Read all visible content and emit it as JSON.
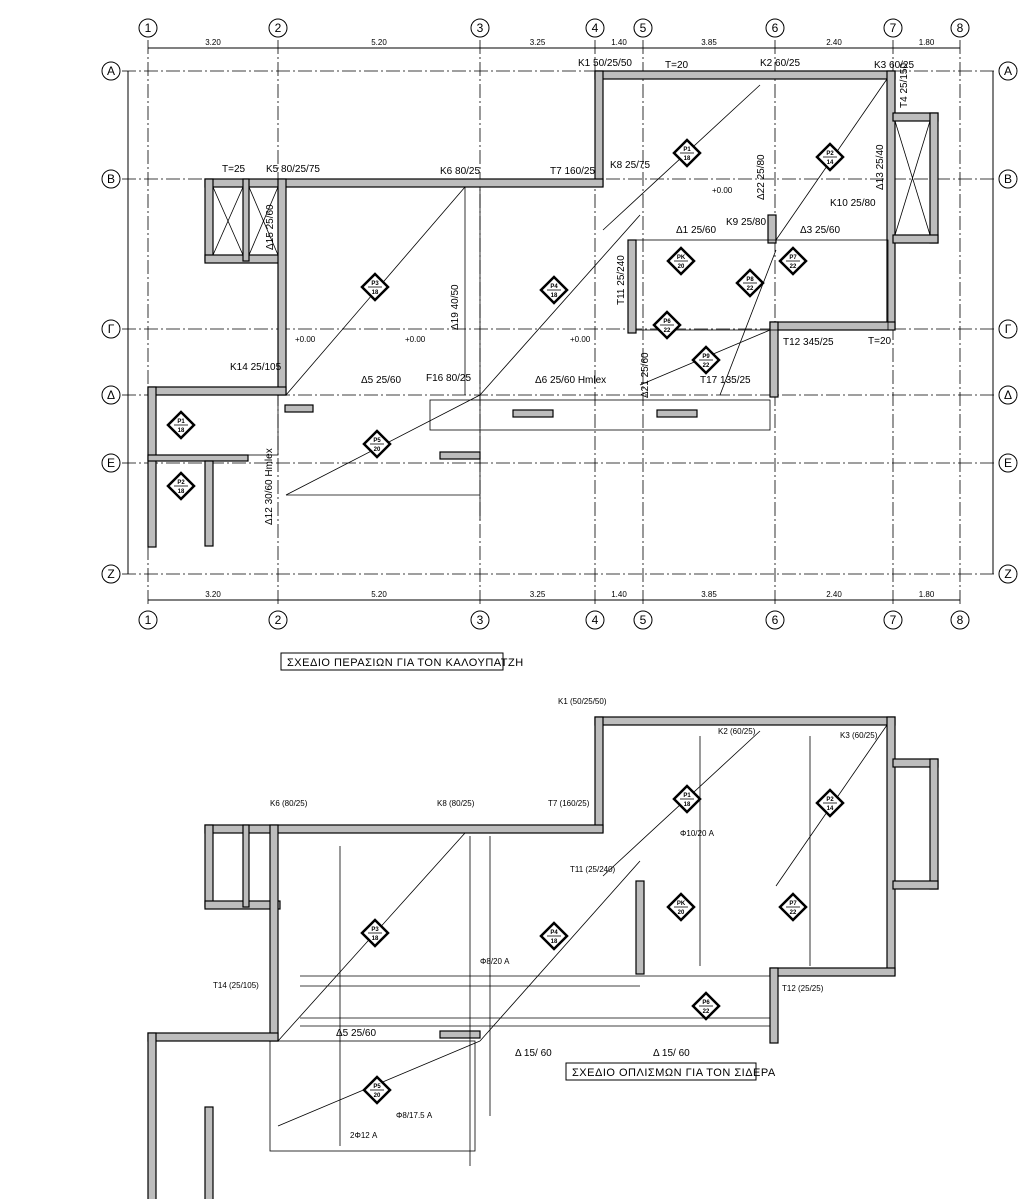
{
  "grid": {
    "columns": [
      "1",
      "2",
      "3",
      "4",
      "5",
      "6",
      "7",
      "8"
    ],
    "rows": [
      "A",
      "B",
      "Γ",
      "Δ",
      "E",
      "Z"
    ],
    "top_dimensions": [
      "3.20",
      "5.20",
      "3.25",
      "1.40",
      "3.85",
      "2.40",
      "1.80"
    ],
    "bottom_dimensions": [
      "3.20",
      "5.20",
      "3.25",
      "1.40",
      "3.85",
      "2.40",
      "1.80"
    ]
  },
  "formwork_plan": {
    "title": "ΣΧΕΔΙΟ ΠΕΡΑΣΙΩΝ ΓΙΑ ΤΟΝ ΚΑΛΟΥΠΑΤΖΗ",
    "labels": {
      "k1": "K1 50/25/50",
      "k2": "K2 60/25",
      "k3": "K3 60/25",
      "k5": "K5 80/25/75",
      "k6": "K6 80/25",
      "t7": "T7 160/25",
      "k8": "K8 25/75",
      "k9": "K9 25/80",
      "k10": "K10 25/80",
      "k14": "K14 25/105",
      "d1": "Δ1 25/60",
      "d3": "Δ3 25/60",
      "d5": "Δ5 25/60",
      "d6": "Δ6 25/60 Hmlex",
      "f16": "F16 80/25",
      "d19": "Δ19 40/50",
      "d22": "Δ22 25/80",
      "d13": "Δ13 25/40",
      "d15": "Δ15 25/60",
      "t11": "T11 25/240",
      "t12": "T12 345/25",
      "t17": "T17 135/25",
      "d21": "Δ21 25/60",
      "d12": "Δ12 30/60 Hmlex",
      "t4": "T4 25/150",
      "t20a": "T=20",
      "t20b": "T=20",
      "t25": "T=25",
      "lvl": "+0.00"
    },
    "slabs": [
      {
        "name": "P1",
        "thk": "18"
      },
      {
        "name": "P2",
        "thk": "14"
      },
      {
        "name": "P3",
        "thk": "18"
      },
      {
        "name": "P4",
        "thk": "18"
      },
      {
        "name": "PK",
        "thk": "20"
      },
      {
        "name": "P7",
        "thk": "22"
      },
      {
        "name": "P8",
        "thk": "22"
      },
      {
        "name": "P6",
        "thk": "22"
      },
      {
        "name": "P9",
        "thk": "22"
      },
      {
        "name": "P5",
        "thk": "20"
      },
      {
        "name": "P1",
        "thk": "18"
      },
      {
        "name": "P2",
        "thk": "18"
      }
    ]
  },
  "rebar_plan": {
    "title": "ΣΧΕΔΙΟ ΟΠΛΙΣΜΩΝ ΓΙΑ ΤΟΝ ΣΙΔΕΡΑ",
    "labels": {
      "k1": "K1 (50/25/50)",
      "k2": "K2 (60/25)",
      "k3": "K3 (60/25)",
      "k6": "K6 (80/25)",
      "k8": "K8 (80/25)",
      "t7": "T7 (160/25)",
      "t11": "T11 (25/240)",
      "t12": "T12 (25/25)",
      "t14": "T14 (25/105)",
      "d5": "Δ5 25/60",
      "d15": "Δ 15/ 60",
      "d15b": "Δ 15/ 60",
      "bar1": "Φ8/20 A",
      "bar2": "Φ10/20 A",
      "bar3": "Φ8/17.5 A",
      "bar4": "2Φ12 A"
    },
    "slabs": [
      {
        "name": "P1",
        "thk": "18"
      },
      {
        "name": "P2",
        "thk": "14"
      },
      {
        "name": "P3",
        "thk": "18"
      },
      {
        "name": "P4",
        "thk": "18"
      },
      {
        "name": "PK",
        "thk": "20"
      },
      {
        "name": "P7",
        "thk": "22"
      },
      {
        "name": "P6",
        "thk": "22"
      },
      {
        "name": "P5",
        "thk": "20"
      }
    ]
  }
}
